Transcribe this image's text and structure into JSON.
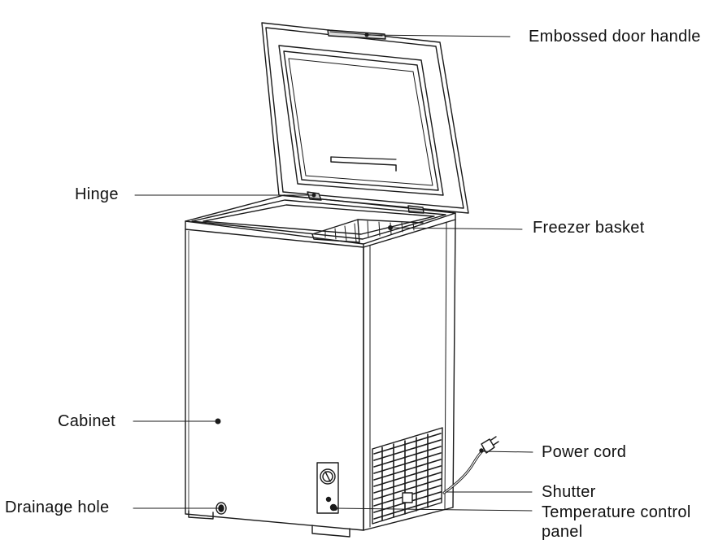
{
  "labels": {
    "door_handle": "Embossed door handle",
    "hinge": "Hinge",
    "freezer_basket": "Freezer basket",
    "cabinet": "Cabinet",
    "power_cord": "Power cord",
    "drainage_hole": "Drainage hole",
    "shutter": "Shutter",
    "temperature_control_panel": "Temperature control\npanel"
  },
  "colors": {
    "line": "#1a1a1a",
    "background": "#ffffff"
  }
}
